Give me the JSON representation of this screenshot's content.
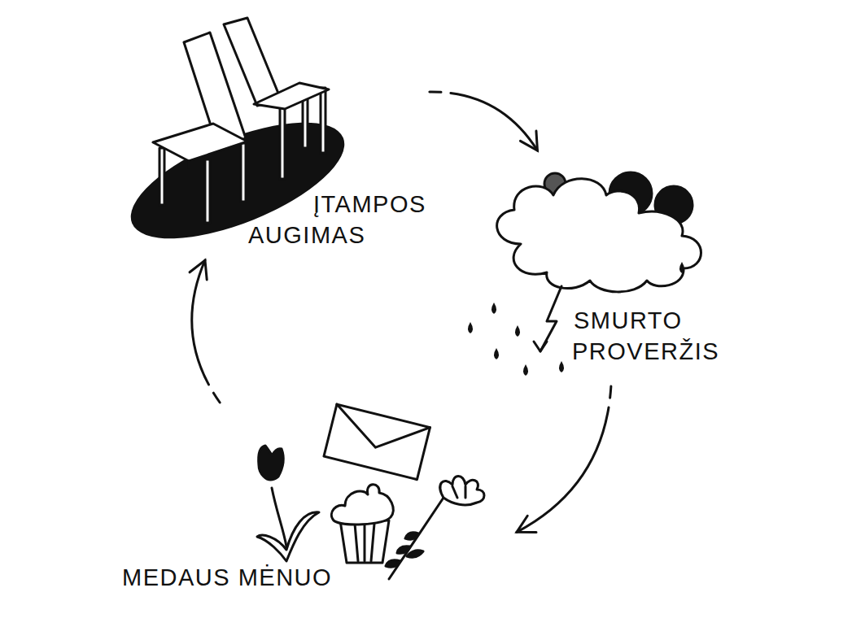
{
  "diagram": {
    "nodes": [
      {
        "text": [
          "ĮTAMPOS AUGIMAS"
        ]
      },
      {
        "text": [
          "SMURTO PROVERŽIS"
        ]
      },
      {
        "text": [
          "MEDAUS MĖNUO"
        ]
      }
    ],
    "edges": [
      {
        "from": 0,
        "to": 1,
        "arrow": "to"
      },
      {
        "from": 1,
        "to": 2,
        "arrow": "to"
      },
      {
        "from": 2,
        "to": 0,
        "arrow": "to"
      }
    ]
  }
}
